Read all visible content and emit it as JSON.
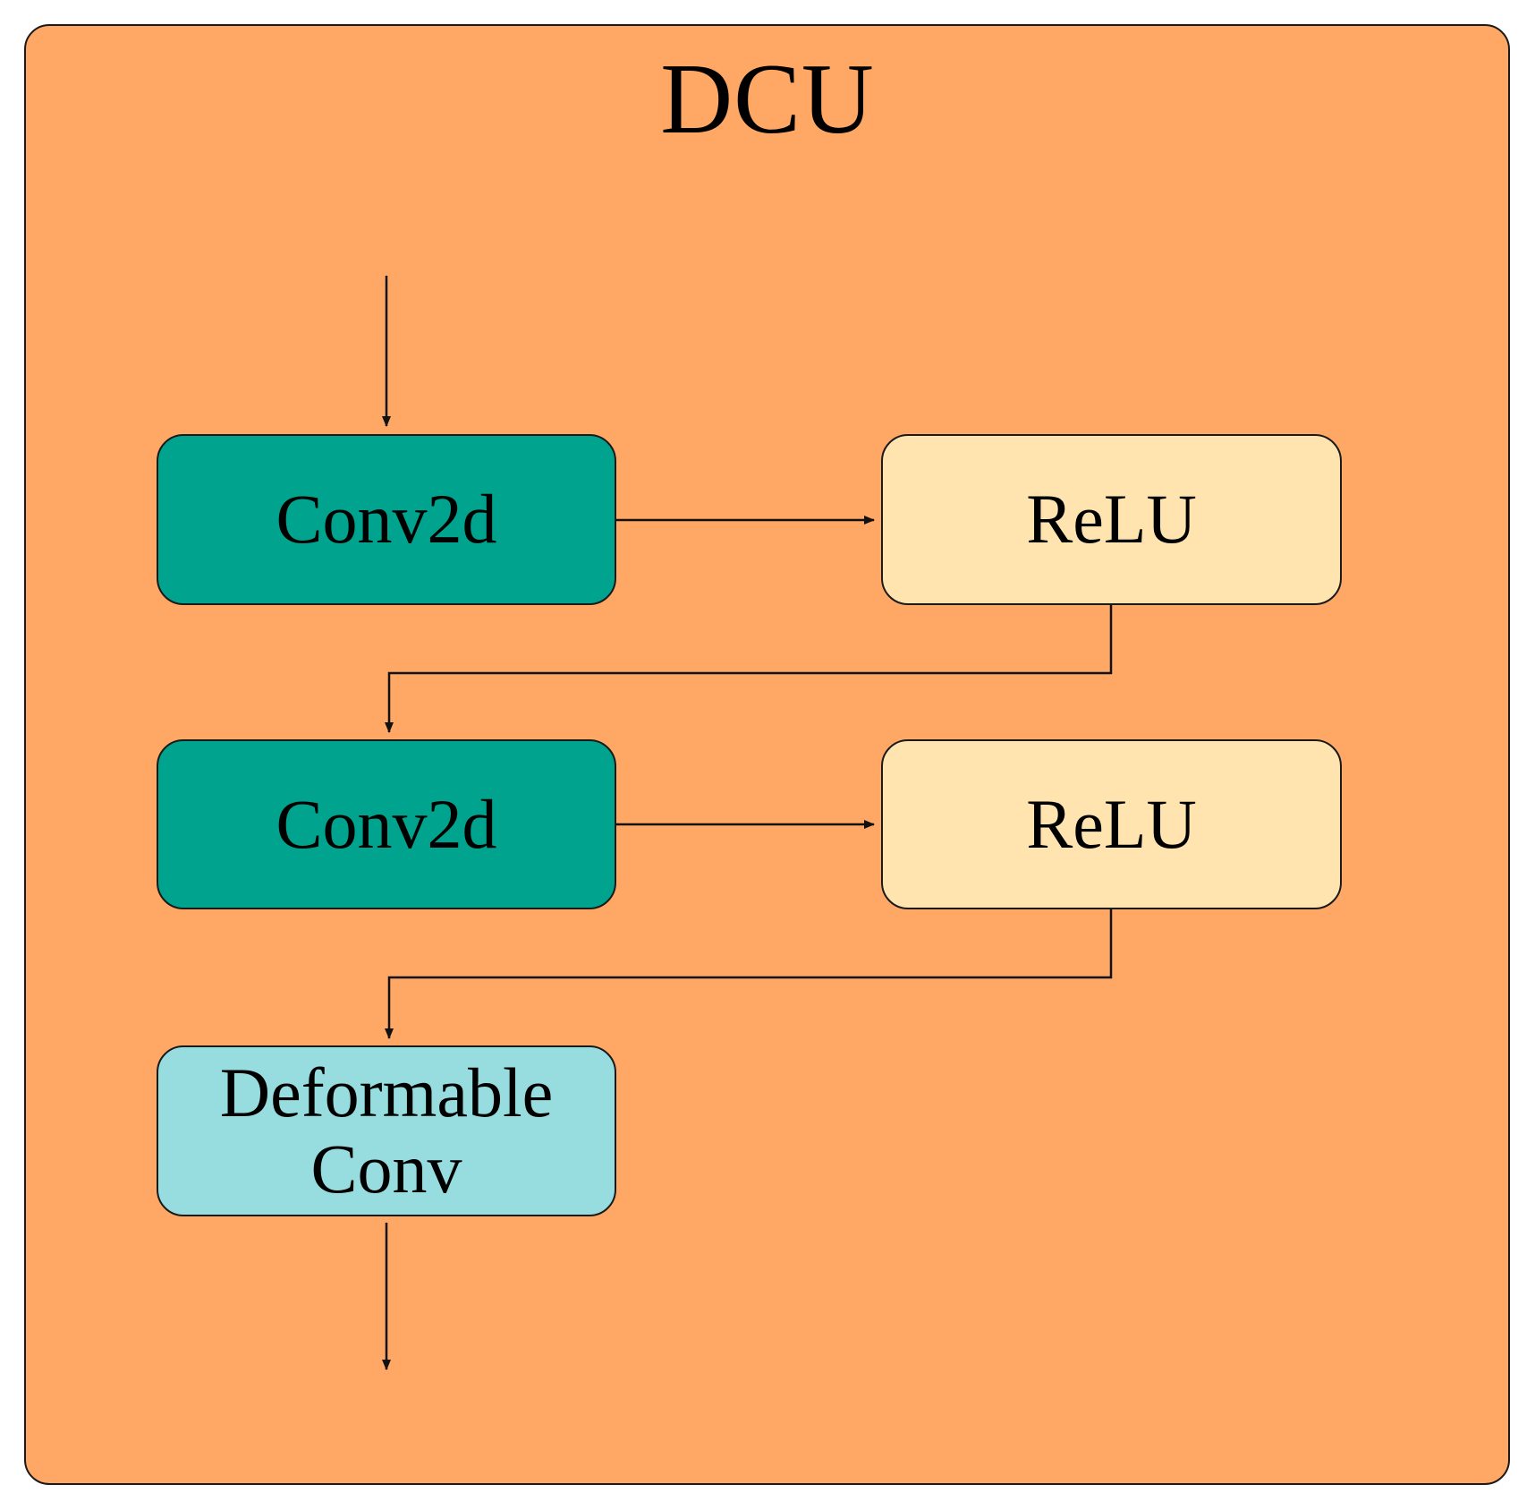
{
  "diagram": {
    "title": "DCU",
    "colors": {
      "container": "#FFA765",
      "conv": "#00A38D",
      "relu": "#FFE4B0",
      "deformable": "#97DDE0",
      "stroke": "#1a1a1a"
    },
    "blocks": [
      {
        "id": "b1",
        "label": "Conv2d"
      },
      {
        "id": "b2",
        "label": "ReLU"
      },
      {
        "id": "b3",
        "label": "Conv2d"
      },
      {
        "id": "b4",
        "label": "ReLU"
      },
      {
        "id": "b5",
        "label": "Deformable\nConv"
      }
    ],
    "edges": [
      {
        "from": "input",
        "to": "b1"
      },
      {
        "from": "b1",
        "to": "b2"
      },
      {
        "from": "b2",
        "to": "b3"
      },
      {
        "from": "b3",
        "to": "b4"
      },
      {
        "from": "b4",
        "to": "b5"
      },
      {
        "from": "b5",
        "to": "output"
      }
    ]
  }
}
